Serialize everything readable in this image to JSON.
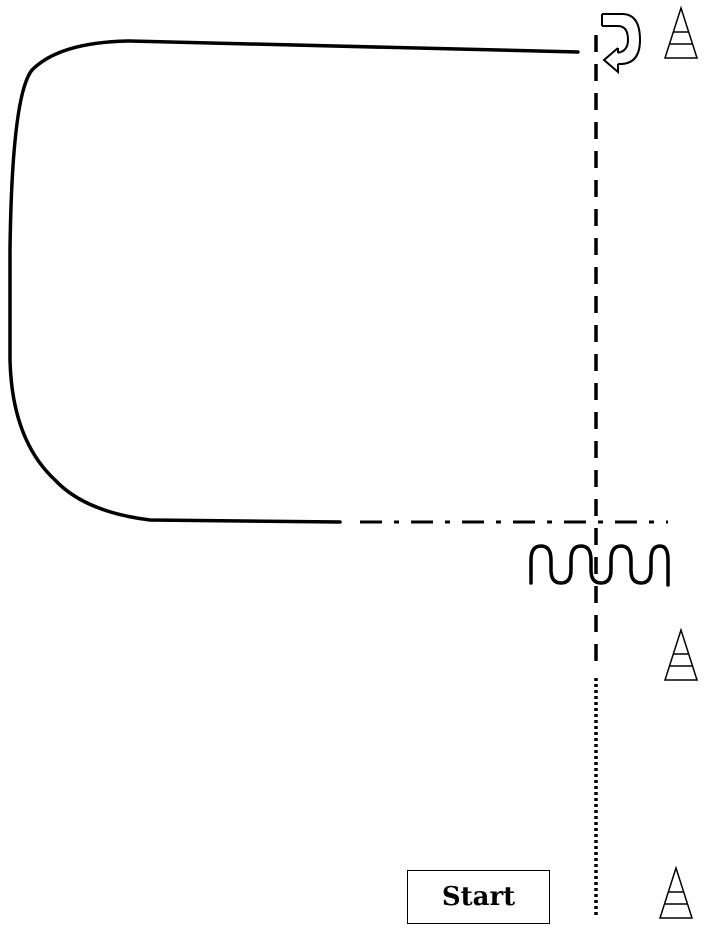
{
  "start_label": "Start",
  "colors": {
    "line": "#000000",
    "background": "#ffffff"
  },
  "icons": [
    "cone-icon",
    "cone-icon",
    "cone-icon",
    "u-turn-arrow-icon"
  ],
  "paths": [
    "solid-loop-path",
    "dashed-center-line",
    "dotted-start-line",
    "dash-dot-cross-line",
    "serpentine-weave-path"
  ]
}
